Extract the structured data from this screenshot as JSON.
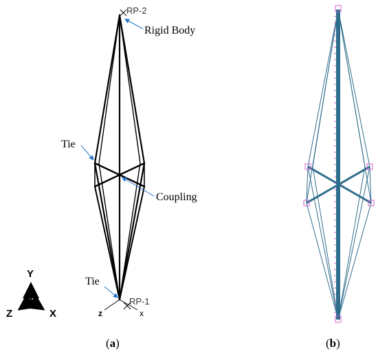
{
  "panel_a": {
    "label_open": "(",
    "label_letter": "a",
    "label_close": ")",
    "annotations": {
      "rp2": "RP-2",
      "rigid_body": "Rigid Body",
      "tie_upper": "Tie",
      "coupling": "Coupling",
      "tie_lower": "Tie",
      "rp1": "RP-1",
      "local_z": "z",
      "local_x": "x"
    },
    "triad": {
      "y": "Y",
      "z": "Z",
      "x": "X"
    }
  },
  "panel_b": {
    "label_open": "(",
    "label_letter": "b",
    "label_close": ")"
  },
  "colors": {
    "structure_a": "#000000",
    "structure_b": "#2f6d8c",
    "leader": "#1f73c9",
    "markers": "#d063d0"
  }
}
